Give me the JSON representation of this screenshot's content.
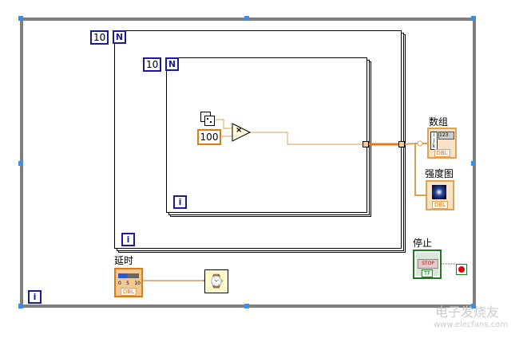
{
  "outer_for": {
    "count": "10",
    "n_label": "N",
    "i_label": "i"
  },
  "inner_for": {
    "count": "10",
    "n_label": "N",
    "i_label": "i"
  },
  "while_loop": {
    "i_label": "i"
  },
  "constant_100": "100",
  "multiply_symbol": "×",
  "array_indicator": {
    "label": "数组",
    "display": "123",
    "indices": [
      "i",
      "j",
      "k"
    ],
    "type": "DBL"
  },
  "intensity_graph": {
    "label": "强度图",
    "type": "DBL"
  },
  "delay_control": {
    "label": "延时",
    "ticks": [
      "0",
      "5",
      "10"
    ],
    "type": "DBL"
  },
  "stop_button": {
    "label": "停止",
    "text": "STOP",
    "type": "TF"
  },
  "watermark": {
    "name": "电子发烧友",
    "url": "www.elecfans.com"
  },
  "colors": {
    "wire_dbl": "#e07a10",
    "loop_border": "#7f7f7f",
    "terminal_blue": "#1a1aa0",
    "bool_green": "#1e7a1e"
  }
}
